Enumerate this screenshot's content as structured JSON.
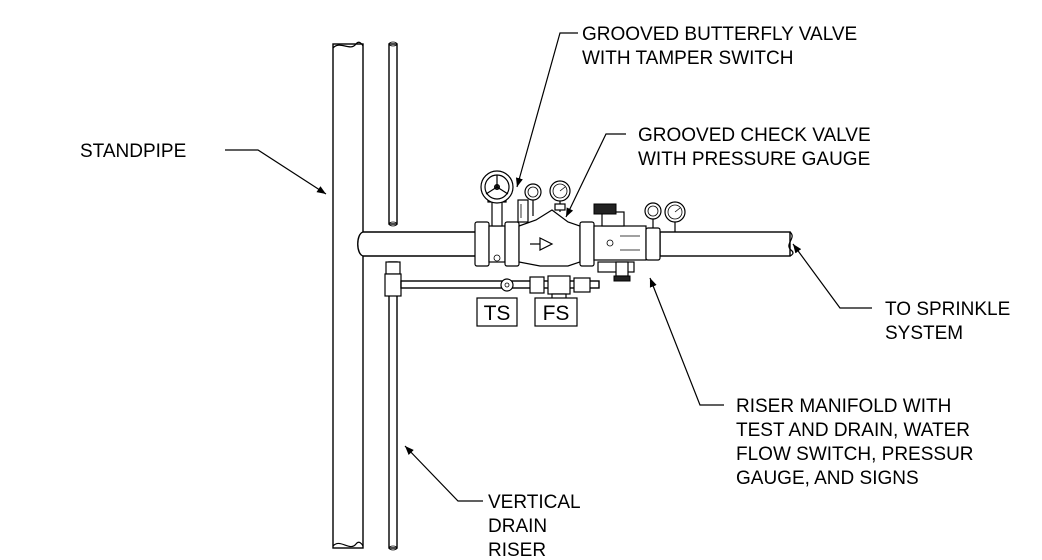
{
  "labels": {
    "butterfly_valve": [
      "GROOVED BUTTERFLY VALVE",
      "WITH TAMPER SWITCH"
    ],
    "check_valve": [
      "GROOVED CHECK VALVE",
      "WITH PRESSURE GAUGE"
    ],
    "standpipe": [
      "STANDPIPE"
    ],
    "to_sprinkler": [
      "TO SPRINKLE",
      "SYSTEM"
    ],
    "riser_manifold": [
      "RISER MANIFOLD WITH",
      "TEST AND DRAIN, WATER",
      "FLOW SWITCH, PRESSUR",
      "GAUGE, AND SIGNS"
    ],
    "drain_riser": [
      "VERTICAL",
      "DRAIN",
      "RISER"
    ]
  },
  "tags": {
    "tamper_switch": "TS",
    "flow_switch": "FS"
  },
  "colors": {
    "ink": "#000000",
    "paper": "#ffffff"
  }
}
